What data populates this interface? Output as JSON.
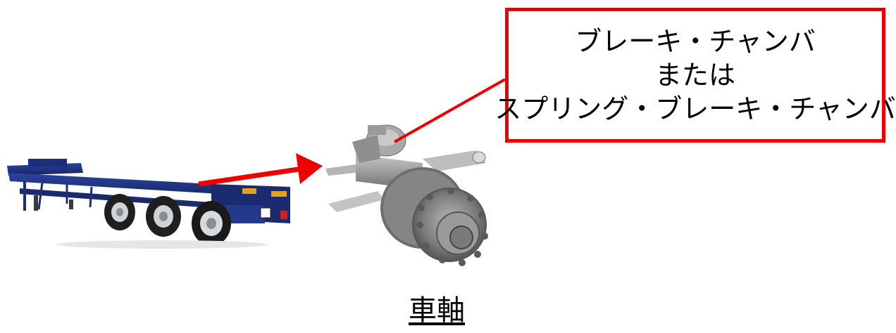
{
  "callout": {
    "lines": [
      "ブレーキ・チャンバ",
      "または",
      "スプリング・ブレーキ・チャンバ"
    ],
    "border_color": "#ee0000"
  },
  "caption": "車軸",
  "arrow_color": "#ee0000",
  "trailer": {
    "frame_color": "#1d2f7a"
  },
  "axle": {
    "body_color": "#8a8a8a"
  }
}
